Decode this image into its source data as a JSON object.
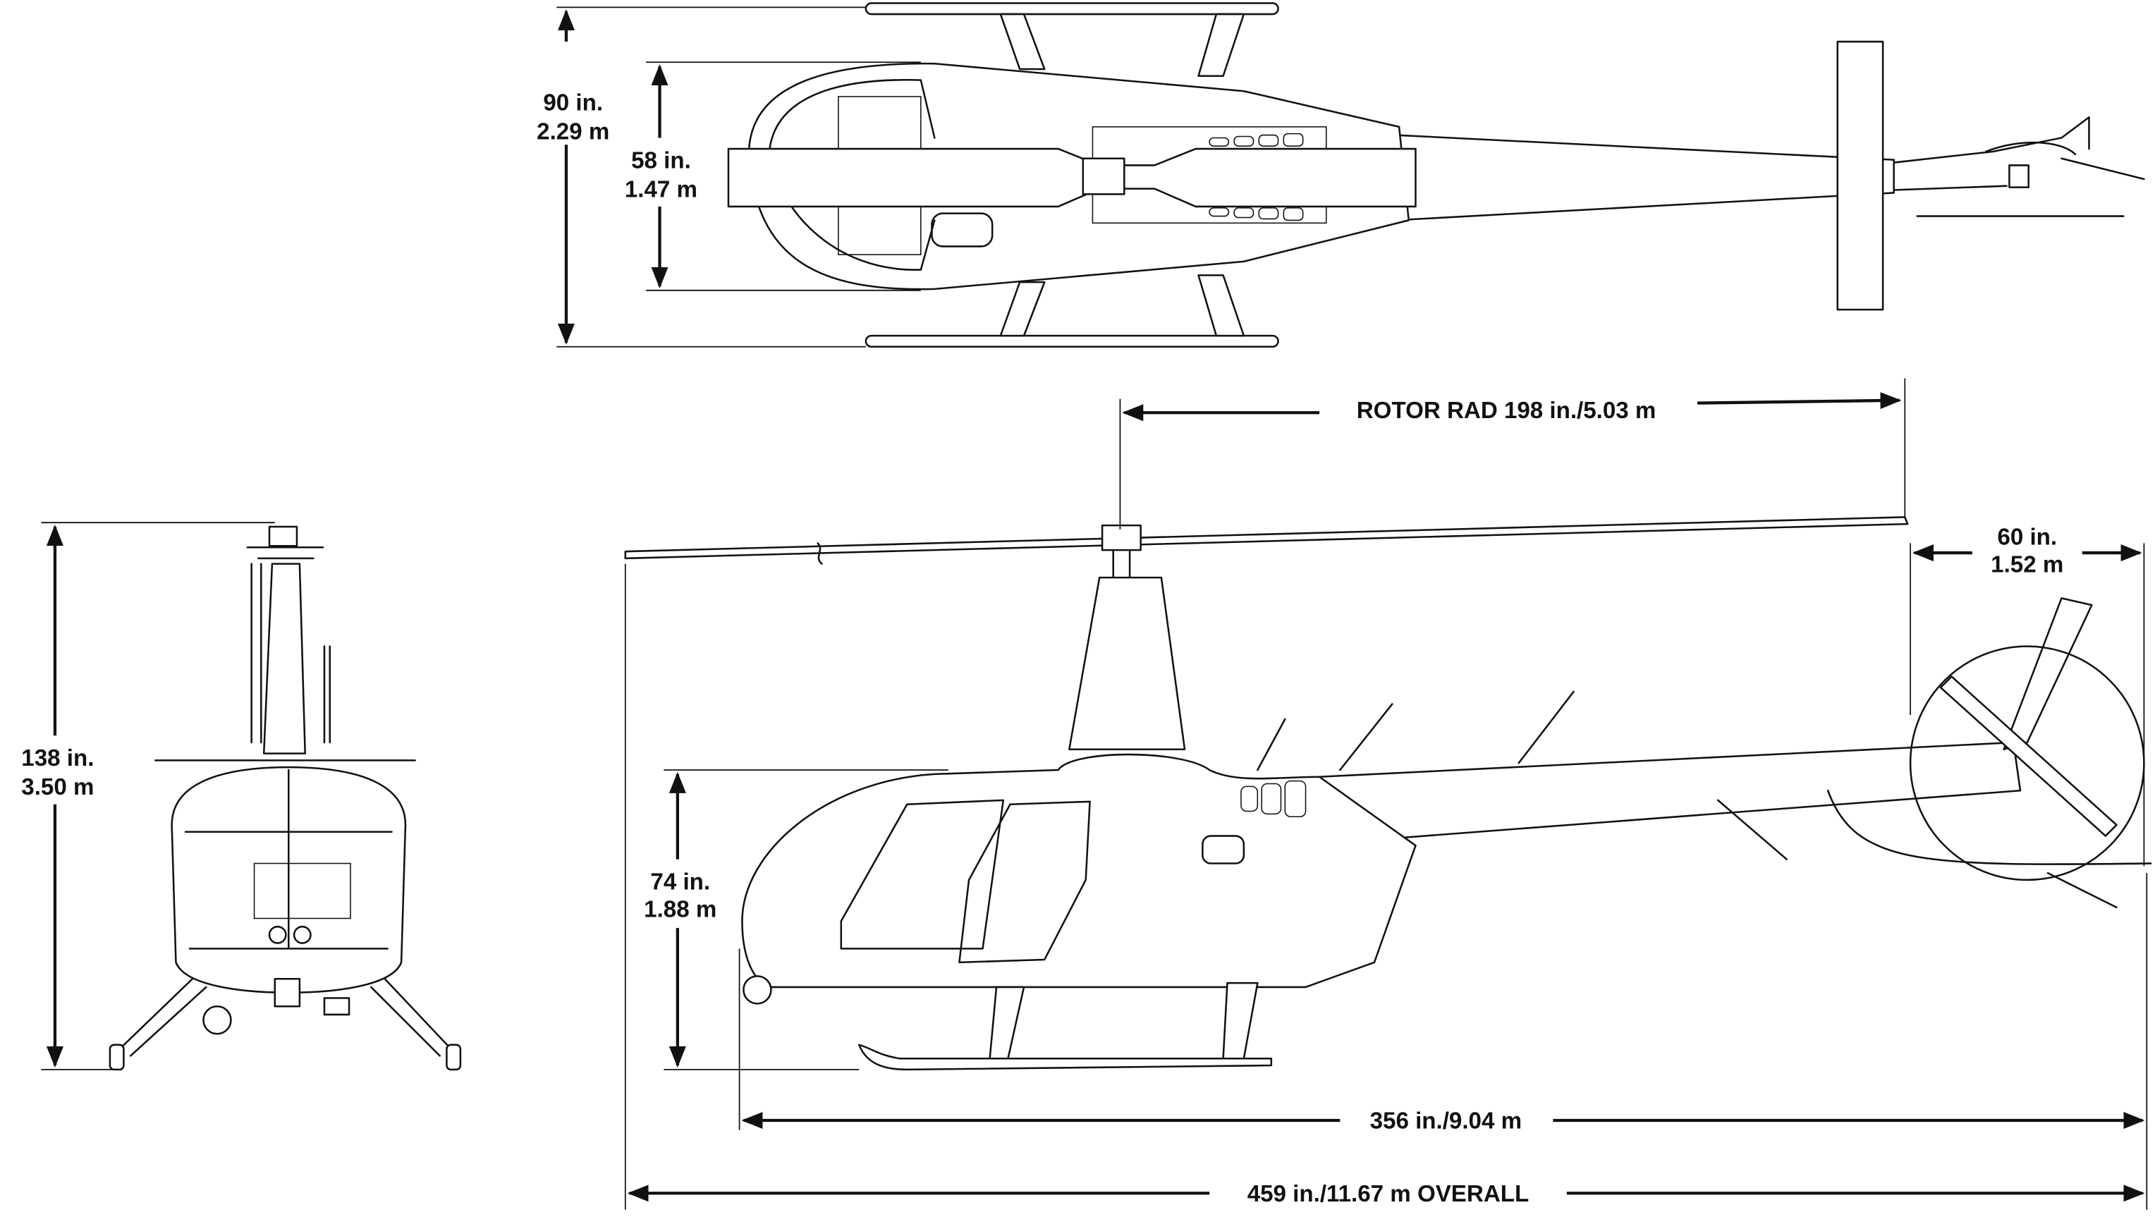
{
  "dimensions": {
    "top_width_skids": {
      "line1": "90 in.",
      "line2": "2.29 m"
    },
    "top_width_cabin": {
      "line1": "58 in.",
      "line2": "1.47 m"
    },
    "rotor_radius": {
      "label": "ROTOR RAD 198 in./5.03 m"
    },
    "tail_rotor": {
      "line1": "60 in.",
      "line2": "1.52 m"
    },
    "overall_height": {
      "line1": "138 in.",
      "line2": "3.50 m"
    },
    "cabin_height": {
      "line1": "74 in.",
      "line2": "1.88 m"
    },
    "fuselage_length": {
      "label": "356 in./9.04 m"
    },
    "overall_length": {
      "label": "459 in./11.67 m OVERALL"
    }
  },
  "colors": {
    "ink": "#111111",
    "background": "#ffffff"
  }
}
